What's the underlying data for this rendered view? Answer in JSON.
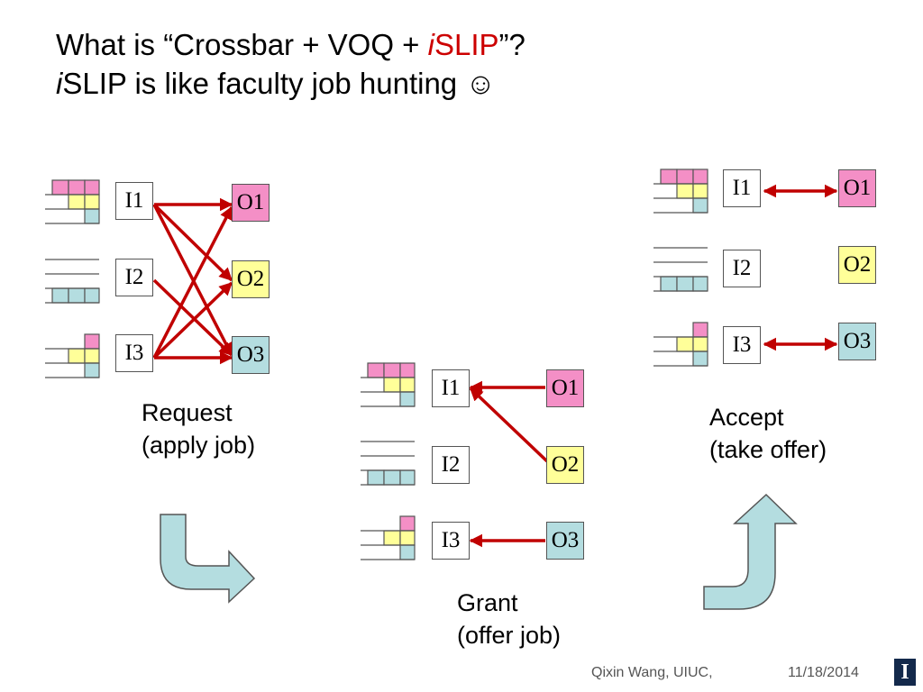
{
  "title": {
    "line1_prefix": "What is “Crossbar + VOQ + ",
    "line1_i": "i",
    "line1_slip": "SLIP",
    "line1_suffix": "”?",
    "line2_i": "i",
    "line2_rest": "SLIP is like faculty job hunting ☺"
  },
  "inputs": [
    "I1",
    "I2",
    "I3"
  ],
  "outputs": [
    "O1",
    "O2",
    "O3"
  ],
  "phases": {
    "request": {
      "caption_line1": "Request",
      "caption_line2": "(apply job)"
    },
    "grant": {
      "caption_line1": "Grant",
      "caption_line2": "(offer job)"
    },
    "accept": {
      "caption_line1": "Accept",
      "caption_line2": "(take offer)"
    }
  },
  "colors": {
    "output_o1": "#f48fc6",
    "output_o2": "#ffff99",
    "output_o3": "#b4dde0",
    "arrow": "#c00000",
    "flow_arrow": "#b4dde0"
  },
  "footer": {
    "author": "Qixin Wang, UIUC,",
    "date": "11/18/2014"
  },
  "logo": {
    "letter": "I"
  }
}
